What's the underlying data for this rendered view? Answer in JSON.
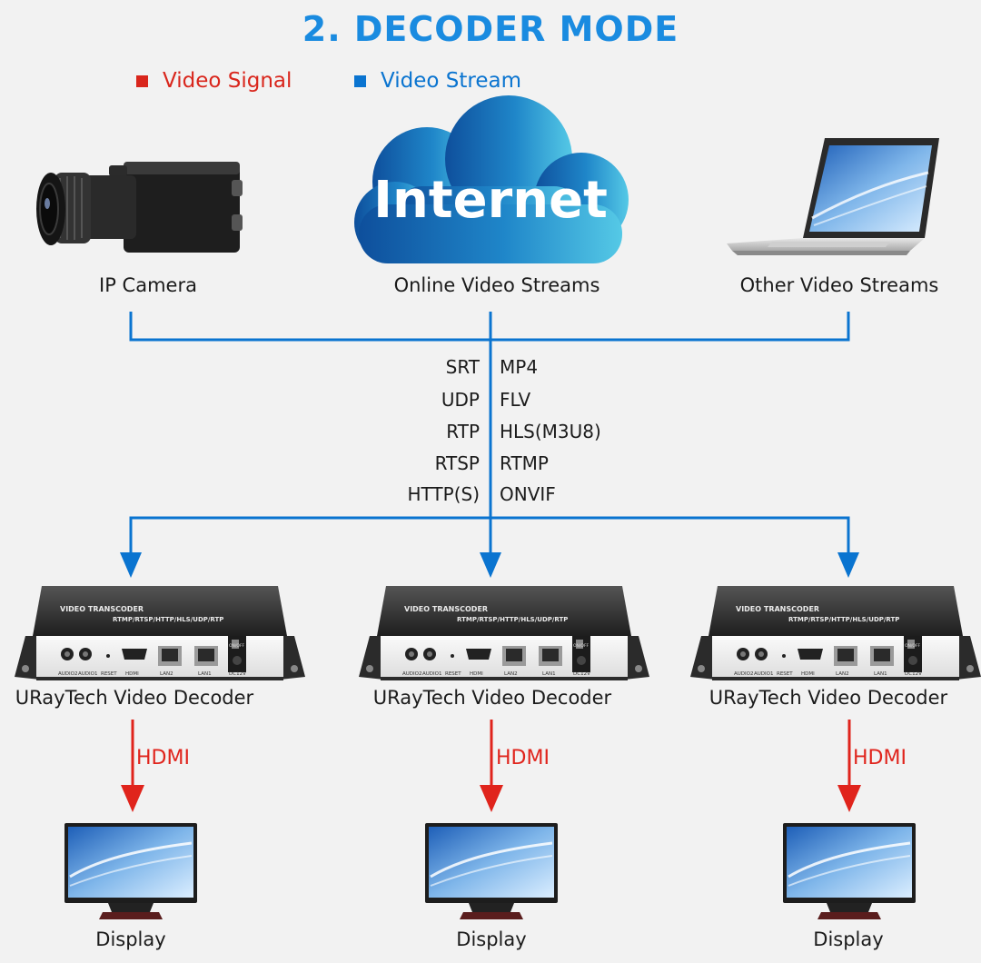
{
  "title": "2. DECODER MODE",
  "legend": [
    {
      "label": "Video Signal",
      "color": "#d9261c"
    },
    {
      "label": "Video Stream",
      "color": "#0a74d0"
    }
  ],
  "sources": {
    "camera_label": "IP Camera",
    "cloud_text": "Internet",
    "cloud_label": "Online Video Streams",
    "laptop_label": "Other Video Streams"
  },
  "protocols": {
    "left": [
      "SRT",
      "UDP",
      "RTP",
      "RTSP",
      "HTTP(S)"
    ],
    "right": [
      "MP4",
      "FLV",
      "HLS(M3U8)",
      "RTMP",
      "ONVIF"
    ]
  },
  "decoder": {
    "label": "URayTech Video Decoder",
    "panel_title": "VIDEO TRANSCODER",
    "panel_sub": "RTMP/RTSP/HTTP/HLS/UDP/RTP",
    "ports": [
      "AUDIO2",
      "AUDIO1",
      "RESET",
      "HDMI",
      "LAN2",
      "LAN1",
      "DC12V"
    ],
    "switch_label": "ON/OFF"
  },
  "link_label": "HDMI",
  "display_label": "Display",
  "colors": {
    "stream": "#0a74d0",
    "signal": "#e0241c",
    "title": "#1a8be0"
  }
}
